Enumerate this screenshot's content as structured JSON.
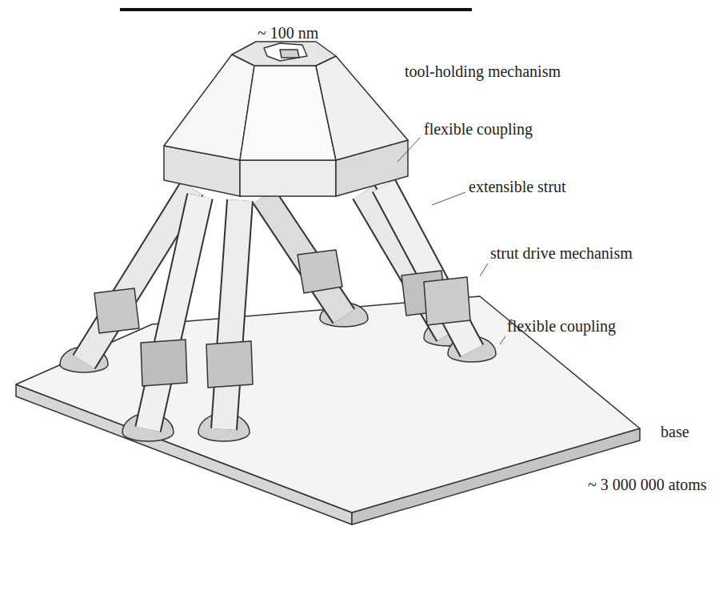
{
  "diagram": {
    "labels": [
      "~ 100 nm",
      "tool-holding mechanism",
      "flexible coupling",
      "extensible strut",
      "strut drive mechanism",
      "flexible coupling",
      "base",
      "~ 3 000 000 atoms"
    ]
  }
}
